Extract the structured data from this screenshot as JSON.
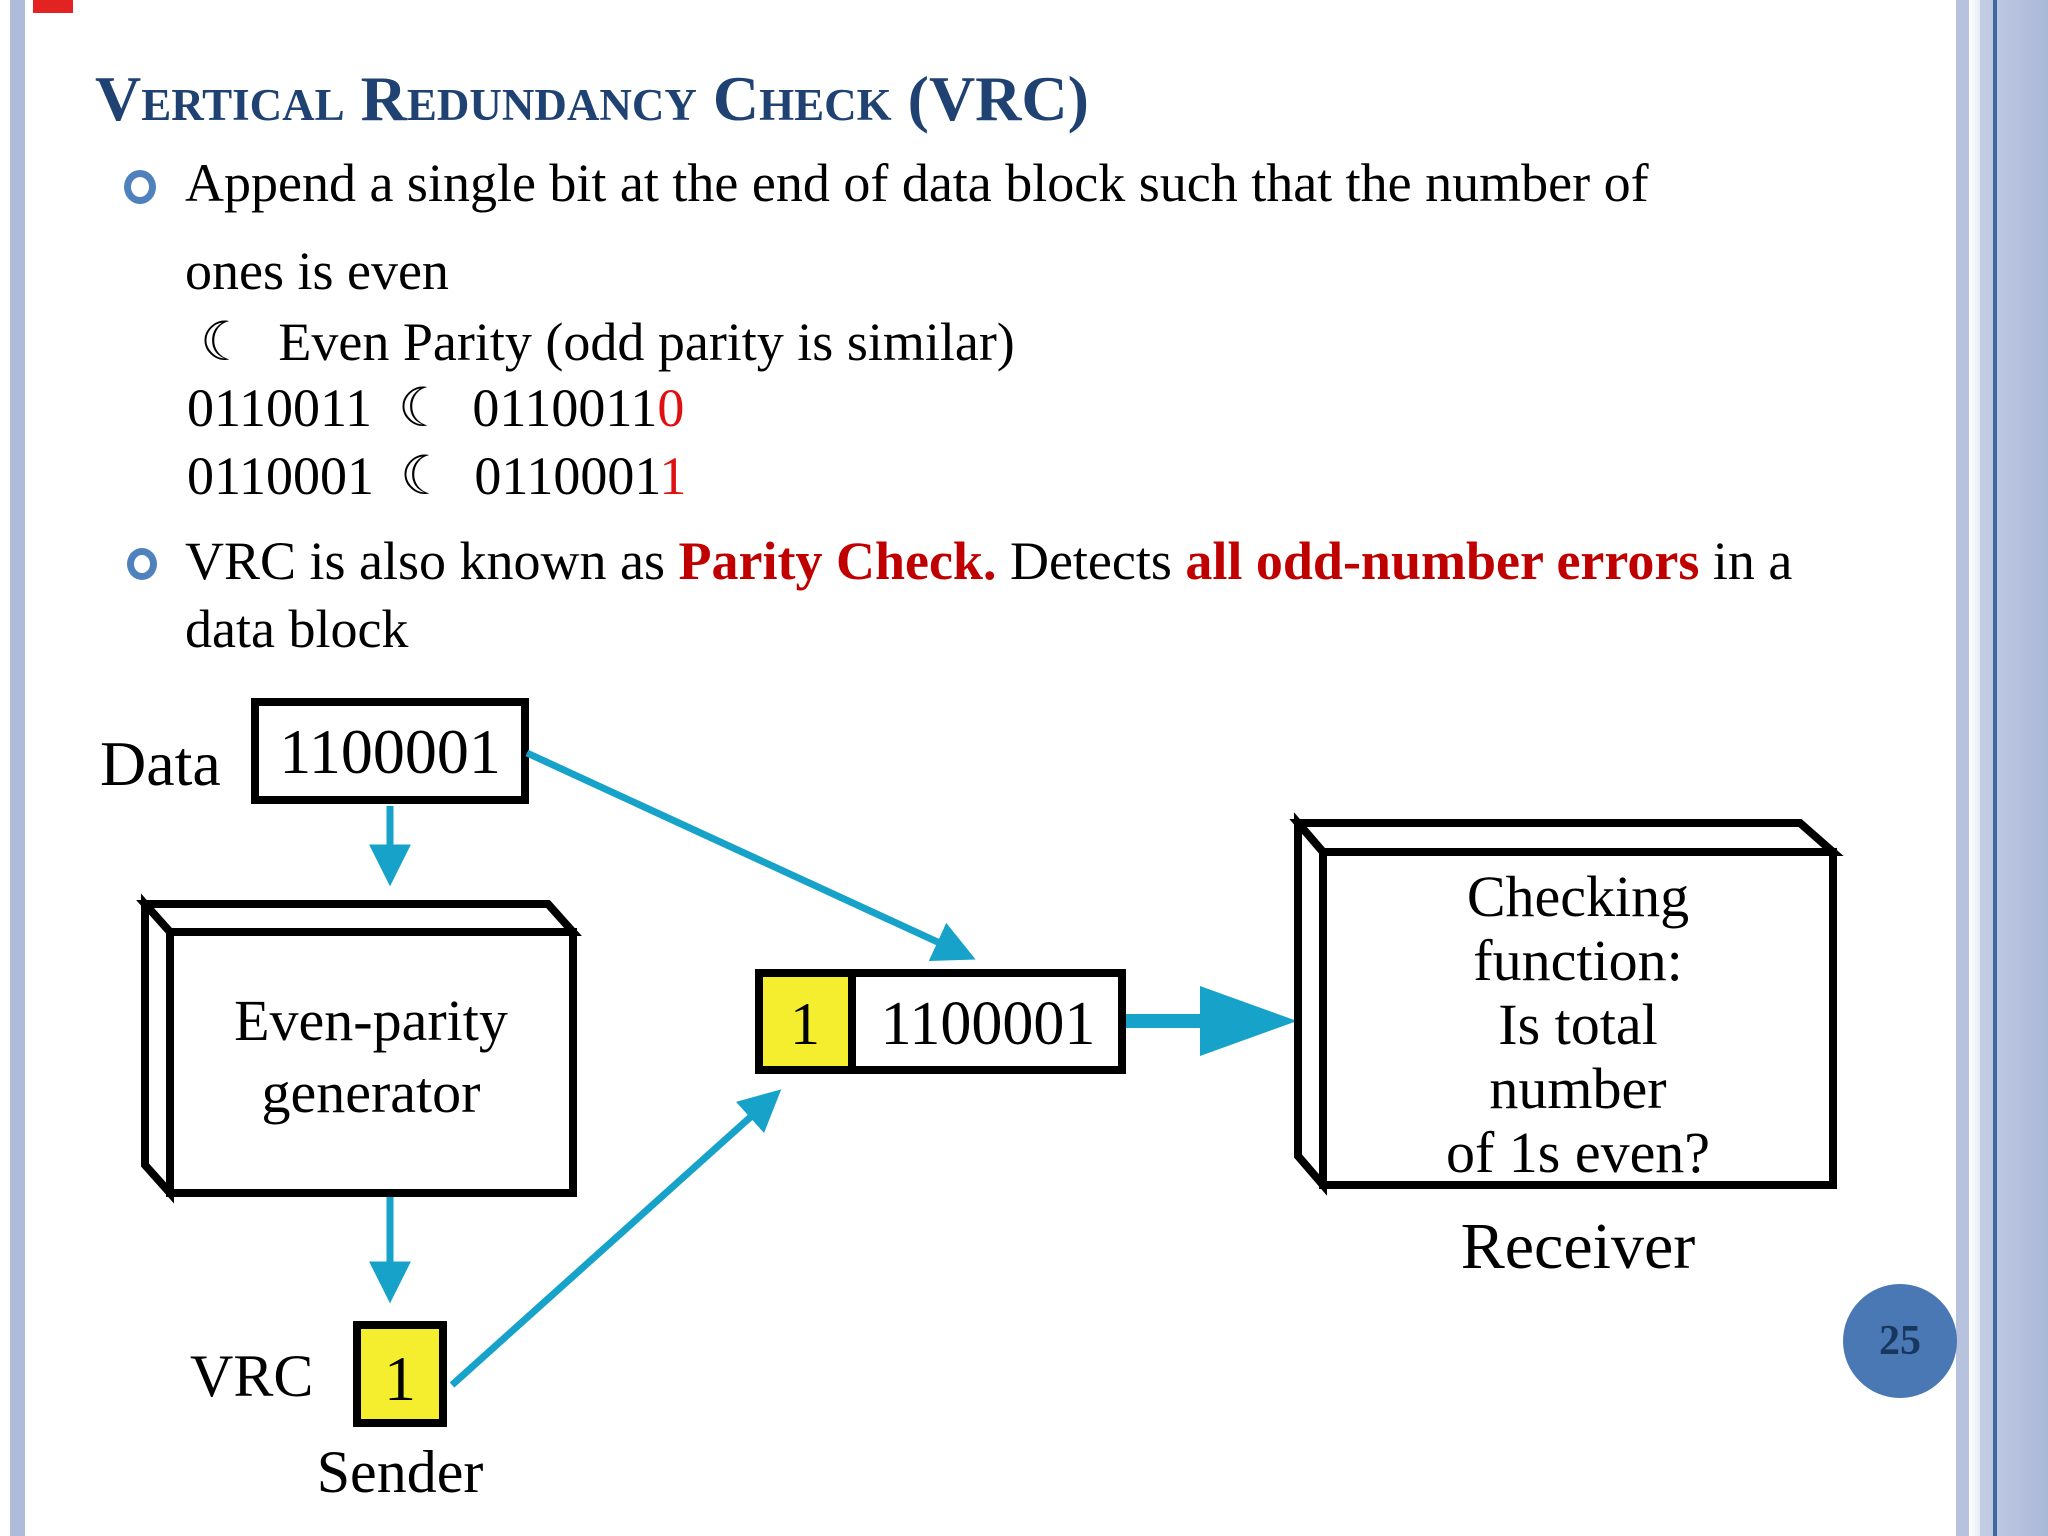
{
  "slide": {
    "title": "Vertical Redundancy Check (VRC)",
    "page_number": "25"
  },
  "bullet1": {
    "line1": "Append a single bit at the end of data block such that the number of",
    "line2": "ones is even",
    "sub": {
      "bullet_char": "☾",
      "text": "Even Parity (odd parity is similar)"
    },
    "example1": {
      "input": "0110011",
      "arrow_char": "☾",
      "output_black": "0110011",
      "output_red": "0"
    },
    "example2": {
      "input": "0110001",
      "arrow_char": "☾",
      "output_black": "0110001",
      "output_red": "1"
    }
  },
  "bullet2": {
    "part1": "VRC is also known as ",
    "part2": "Parity Check.",
    "part3": " Detects ",
    "part4": "all odd-number errors",
    "part5": " in a",
    "line2": "data block"
  },
  "diagram": {
    "data_label": "Data",
    "data_bits": "1100001",
    "generator_line1": "Even-parity",
    "generator_line2": "generator",
    "vrc_label": "VRC",
    "vrc_bit": "1",
    "sender_label": "Sender",
    "codeword_parity_bit": "1",
    "codeword_bits": "1100001",
    "checker_lines": [
      "Checking",
      "function:",
      "Is total",
      "number",
      "of 1s even?"
    ],
    "receiver_label": "Receiver"
  },
  "colors": {
    "title_blue": "#1f4273",
    "bullet_ring_blue": "#4f81bd",
    "arrow_teal": "#17a2c9",
    "parity_yellow": "#f5ee2e",
    "digit_red": "#e01010",
    "emphasis_red": "#c00000",
    "page_circle_blue": "#4a78b5",
    "border_stripe_blue": "#aebcda"
  }
}
